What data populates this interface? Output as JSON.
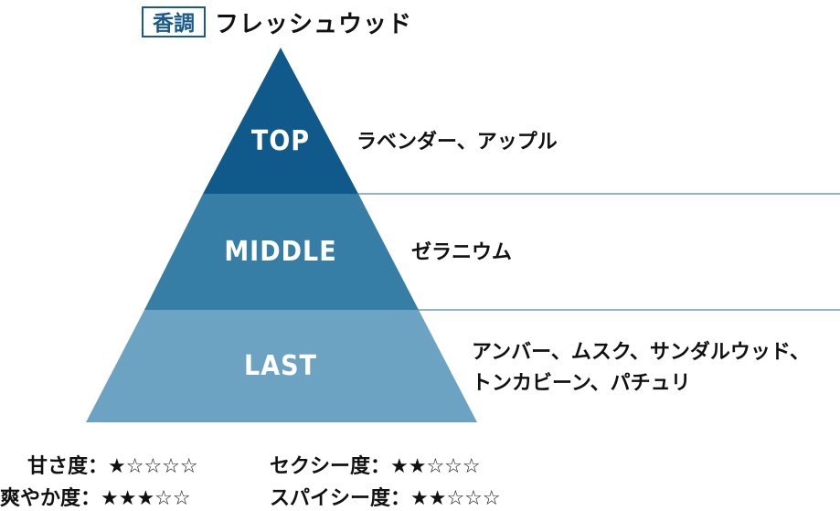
{
  "header": {
    "badge": "香調",
    "name": "フレッシュウッド"
  },
  "tiers": [
    {
      "label": "TOP",
      "notes": [
        "ラベンダー、アップル"
      ]
    },
    {
      "label": "MIDDLE",
      "notes": [
        "ゼラニウム"
      ]
    },
    {
      "label": "LAST",
      "notes": [
        "アンバー、ムスク、サンダルウッド、",
        "トンカビーン、パチュリ"
      ]
    }
  ],
  "ratings": [
    {
      "label": "甘さ度：",
      "stars": "★☆☆☆☆"
    },
    {
      "label": "セクシー度：",
      "stars": "★★☆☆☆"
    },
    {
      "label": "爽やか度：",
      "stars": "★★★☆☆"
    },
    {
      "label": "スパイシー度：",
      "stars": "★★☆☆☆"
    }
  ],
  "colors": {
    "top": "#0f5a8a",
    "middle": "#377ea6",
    "last": "#6da3c2",
    "divider": "#2b6a8d",
    "badge": "#1a5a8a"
  }
}
